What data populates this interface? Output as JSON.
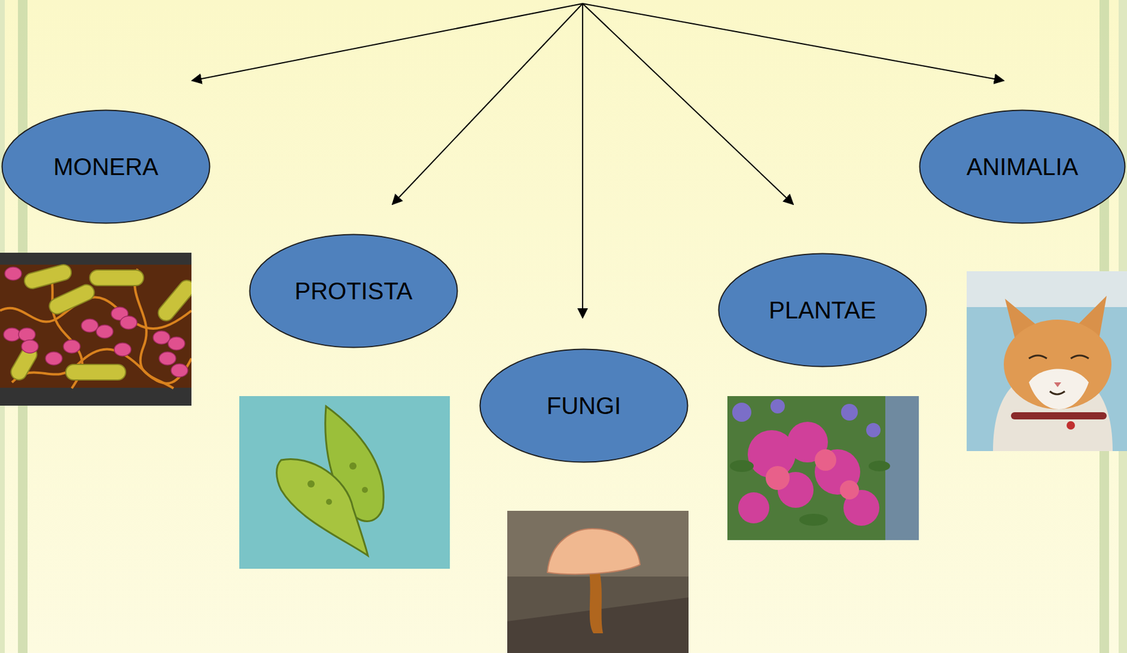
{
  "diagram": {
    "nodes": [
      {
        "text": [
          "MONERA"
        ]
      },
      {
        "text": [
          "PROTISTA"
        ]
      },
      {
        "text": [
          "FUNGI"
        ]
      },
      {
        "text": [
          "PLANTAE"
        ]
      },
      {
        "text": [
          "ANIMALIA"
        ]
      }
    ]
  }
}
